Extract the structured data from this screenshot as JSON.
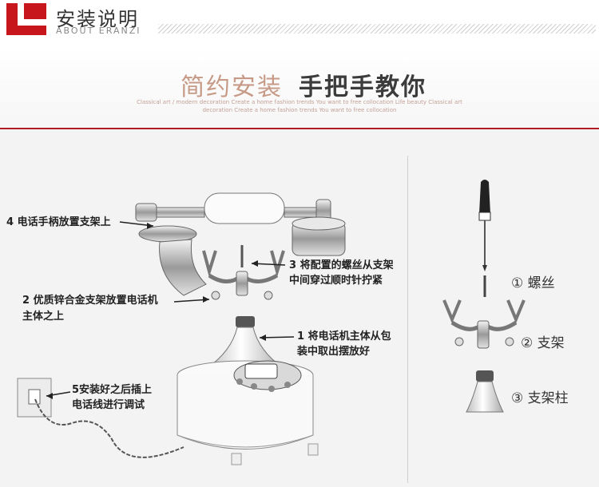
{
  "header": {
    "title": "安装说明",
    "subtitle": "ABOUT ERANZI"
  },
  "hero": {
    "slogan_light": "简约安装",
    "slogan_dark": "手把手教你",
    "fine_print_1": "Classical art / modern decoration  Create a home fashion trends  You want to free collocation  Life beauty  Classical art",
    "fine_print_2": "decoration  Create a home fashion trends  You want to free collocation"
  },
  "steps": [
    {
      "line1": "4 电话手柄放置支架上"
    },
    {
      "line1": "3 将配置的螺丝从支架",
      "line2": "中间穿过顺时针拧紧"
    },
    {
      "line1": "2 优质锌合金支架放置电话机",
      "line2": "主体之上"
    },
    {
      "line1": "1 将电话机主体从包",
      "line2": "装中取出摆放好"
    },
    {
      "line1": "5安装好之后插上",
      "line2": "电话线进行调试"
    }
  ],
  "parts": [
    {
      "number": "①",
      "name": "螺丝"
    },
    {
      "number": "②",
      "name": "支架"
    },
    {
      "number": "③",
      "name": "支架柱"
    }
  ],
  "colors": {
    "brand_red": "#c8161d",
    "accent_line": "#b01c24",
    "slogan_light": "#c69a86"
  }
}
